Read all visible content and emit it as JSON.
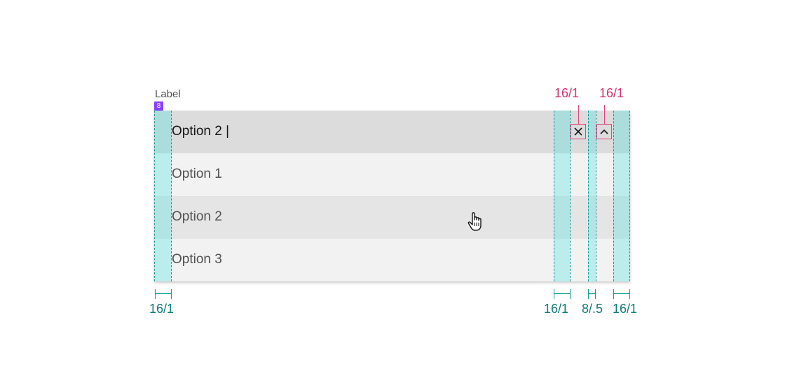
{
  "combobox": {
    "label": "Label",
    "badge": "8",
    "input_value": "Option 2 |",
    "options": [
      "Option 1",
      "Option 2",
      "Option 3"
    ]
  },
  "annotations": {
    "top": [
      "16/1",
      "16/1"
    ],
    "bottom": [
      "16/1",
      "16/1",
      "8/.5",
      "16/1"
    ]
  },
  "icons": {
    "clear": "close-icon",
    "toggle": "chevron-up-icon",
    "pointer": "hand-pointer-icon"
  },
  "colors": {
    "spacing_band": "#40e0e0",
    "spacing_text": "#0f7b76",
    "icon_annotation": "#e0457b"
  }
}
